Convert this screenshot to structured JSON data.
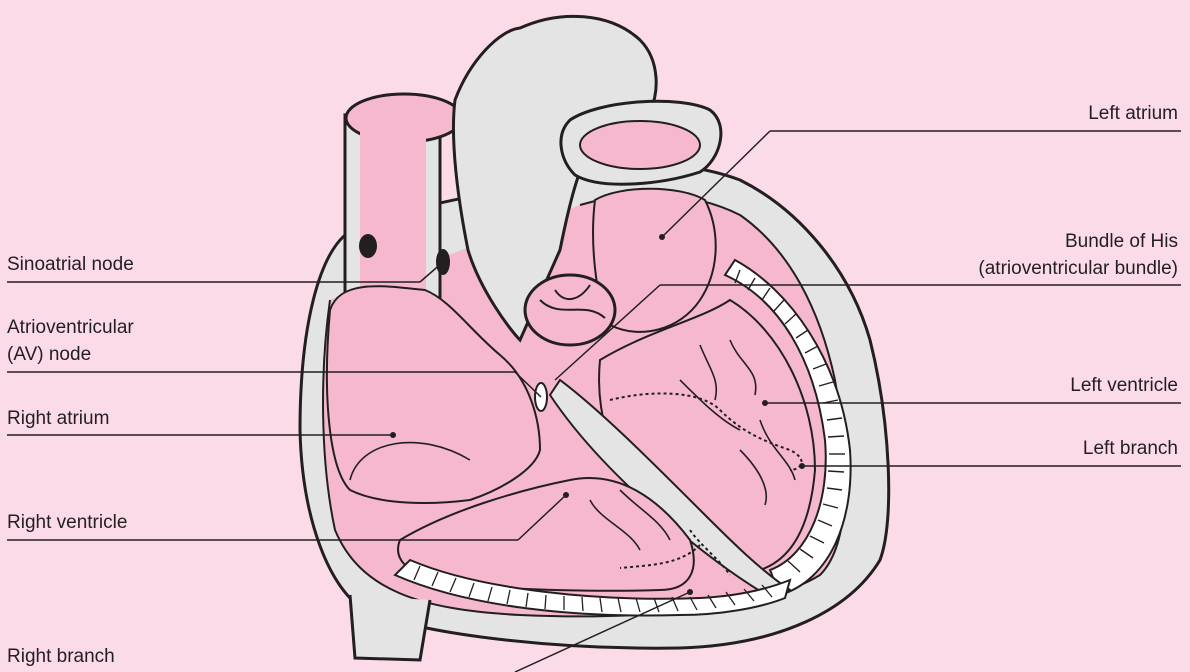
{
  "labels": {
    "sinoatrial_node": "Sinoatrial node",
    "av_node_line1": "Atrioventricular",
    "av_node_line2": "(AV) node",
    "right_atrium": "Right atrium",
    "right_ventricle": "Right ventricle",
    "right_branch": "Right branch",
    "left_atrium": "Left atrium",
    "bundle_of_his_line1": "Bundle of His",
    "bundle_of_his_line2": "(atrioventricular bundle)",
    "left_ventricle": "Left ventricle",
    "left_branch": "Left branch"
  },
  "colors": {
    "background": "#fbdbe8",
    "chamber": "#f5b8cf",
    "wall": "#e4e4e4",
    "outline": "#231f20"
  }
}
